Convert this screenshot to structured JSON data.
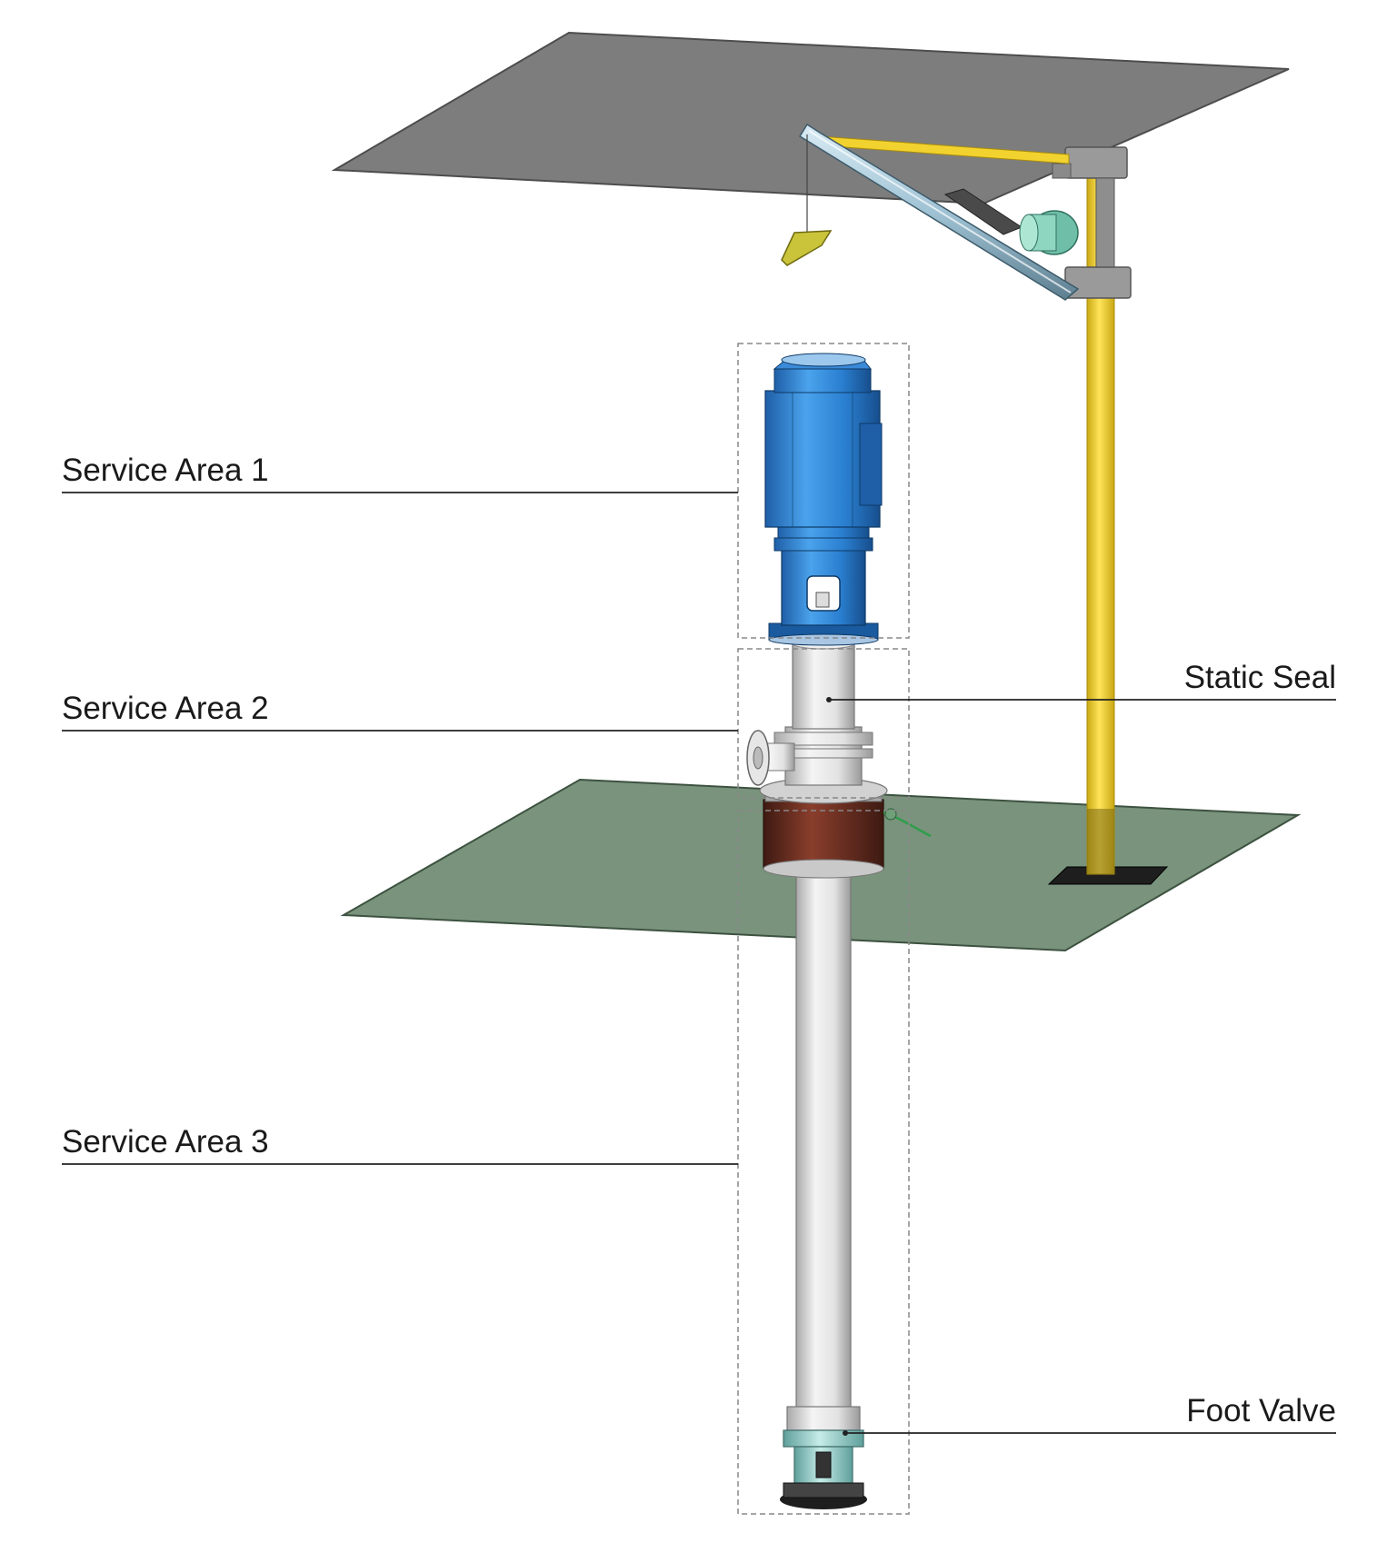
{
  "labels": {
    "service_area_1": "Service Area 1",
    "service_area_2": "Service Area 2",
    "service_area_3": "Service Area 3",
    "static_seal": "Static Seal",
    "foot_valve": "Foot Valve"
  },
  "colors": {
    "ceiling_plate": "#7d7d7d",
    "floor_plate": "#6e8a71",
    "motor_blue": "#2a7fd0",
    "lift_yellow": "#f2d22e",
    "column_silver": "#dcdcdc",
    "seal_brown": "#6b2f22",
    "valve_teal": "#9fd3cf",
    "label_text": "#1a1a1a",
    "leader_line": "#222222",
    "dashed_box": "#888888"
  },
  "icons": {
    "motor": "electric-motor-icon",
    "hoist": "jib-crane-hoist-icon"
  }
}
